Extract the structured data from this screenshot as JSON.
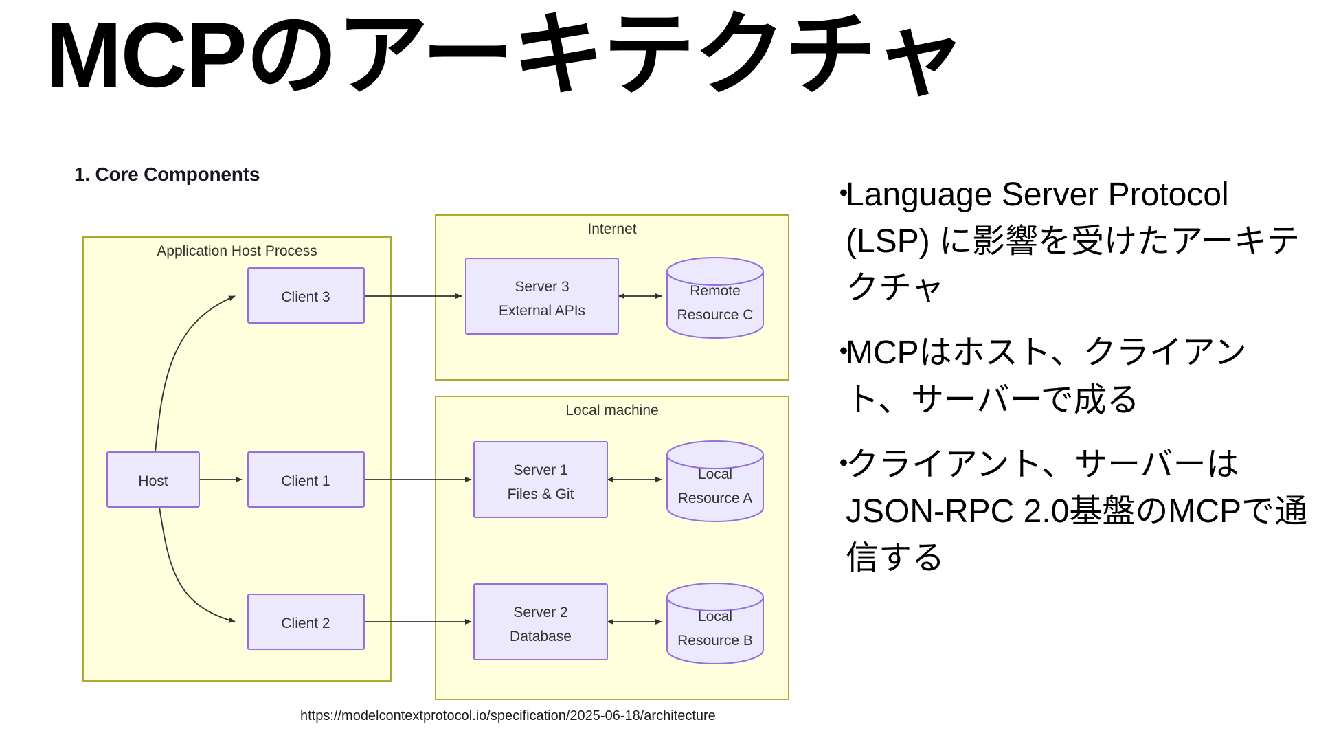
{
  "slide": {
    "title": "MCPのアーキテクチャ",
    "section_heading": "1. Core Components",
    "source_url": "https://modelcontextprotocol.io/specification/2025-06-18/architecture"
  },
  "diagram": {
    "type": "flowchart",
    "colors": {
      "subgraph_fill": "#FFFFDE",
      "subgraph_stroke": "#AAAA33",
      "node_fill": "#ECE8FD",
      "node_stroke": "#9370DB",
      "edge_stroke": "#333333",
      "label_text": "#333333"
    },
    "subgraphs": [
      {
        "id": "host-process",
        "label": "Application Host Process"
      },
      {
        "id": "internet",
        "label": "Internet"
      },
      {
        "id": "local-machine",
        "label": "Local machine"
      }
    ],
    "nodes": [
      {
        "id": "host",
        "shape": "rect",
        "lines": [
          "Host"
        ],
        "group": "host-process"
      },
      {
        "id": "client1",
        "shape": "rect",
        "lines": [
          "Client 1"
        ],
        "group": "host-process"
      },
      {
        "id": "client2",
        "shape": "rect",
        "lines": [
          "Client 2"
        ],
        "group": "host-process"
      },
      {
        "id": "client3",
        "shape": "rect",
        "lines": [
          "Client 3"
        ],
        "group": "host-process"
      },
      {
        "id": "server1",
        "shape": "rect",
        "lines": [
          "Server 1",
          "Files & Git"
        ],
        "group": "local-machine"
      },
      {
        "id": "server2",
        "shape": "rect",
        "lines": [
          "Server 2",
          "Database"
        ],
        "group": "local-machine"
      },
      {
        "id": "server3",
        "shape": "rect",
        "lines": [
          "Server 3",
          "External APIs"
        ],
        "group": "internet"
      },
      {
        "id": "resourceA",
        "shape": "cylinder",
        "lines": [
          "Local",
          "Resource A"
        ],
        "group": "local-machine"
      },
      {
        "id": "resourceB",
        "shape": "cylinder",
        "lines": [
          "Local",
          "Resource B"
        ],
        "group": "local-machine"
      },
      {
        "id": "resourceC",
        "shape": "cylinder",
        "lines": [
          "Remote",
          "Resource C"
        ],
        "group": "internet"
      }
    ],
    "edges": [
      {
        "from": "host",
        "to": "client1",
        "arrow": "single"
      },
      {
        "from": "host",
        "to": "client2",
        "arrow": "single"
      },
      {
        "from": "host",
        "to": "client3",
        "arrow": "single"
      },
      {
        "from": "client1",
        "to": "server1",
        "arrow": "single"
      },
      {
        "from": "client2",
        "to": "server2",
        "arrow": "single"
      },
      {
        "from": "client3",
        "to": "server3",
        "arrow": "single"
      },
      {
        "from": "server1",
        "to": "resourceA",
        "arrow": "double"
      },
      {
        "from": "server2",
        "to": "resourceB",
        "arrow": "double"
      },
      {
        "from": "server3",
        "to": "resourceC",
        "arrow": "double"
      }
    ]
  },
  "bullets": [
    {
      "marker": "・",
      "text": "Language Server Protocol (LSP) に影響を受けたアーキテクチャ"
    },
    {
      "marker": "・",
      "text": "MCPはホスト、クライアント、サーバーで成る"
    },
    {
      "marker": "・",
      "text": "クライアント、サーバーはJSON-RPC 2.0基盤のMCPで通信する"
    }
  ]
}
